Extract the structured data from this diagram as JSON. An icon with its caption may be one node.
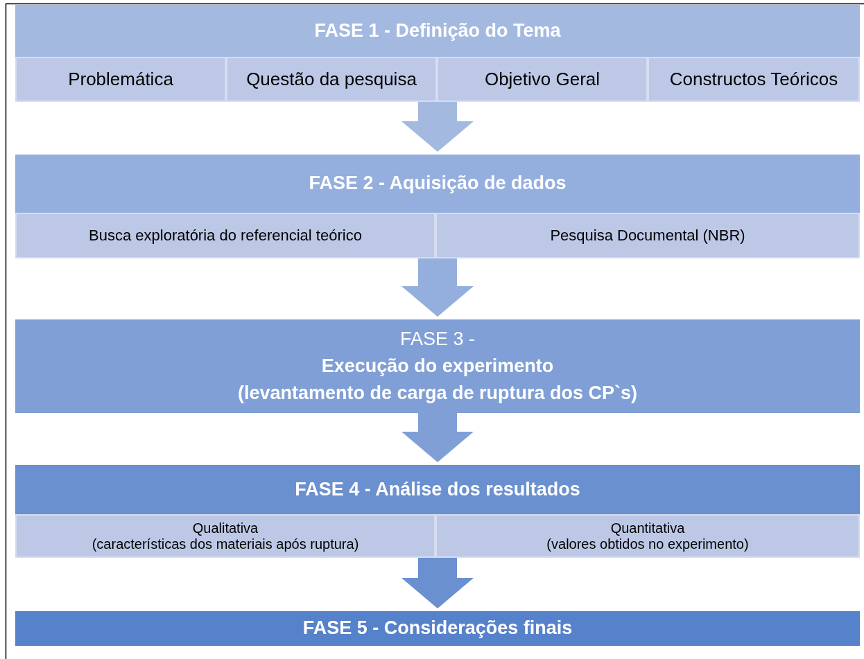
{
  "diagram": {
    "nodes": [
      {
        "text": [
          "FASE 1 - Definição do Tema"
        ]
      },
      {
        "text": [
          "Problemática"
        ],
        "in": 0
      },
      {
        "text": [
          "Questão da pesquisa"
        ],
        "in": 0
      },
      {
        "text": [
          "Objetivo Geral"
        ],
        "in": 0
      },
      {
        "text": [
          "Constructos Teóricos"
        ],
        "in": 0
      },
      {
        "text": [
          "FASE 2 - Aquisição de dados"
        ]
      },
      {
        "text": [
          "Busca exploratória do referencial teórico"
        ],
        "in": 5
      },
      {
        "text": [
          "Pesquisa Documental (NBR)"
        ],
        "in": 5
      },
      {
        "text": [
          "FASE 3 -",
          "Execução do experimento",
          "(levantamento de carga de ruptura dos CP`s)"
        ]
      },
      {
        "text": [
          "FASE 4 - Análise dos resultados"
        ]
      },
      {
        "text": [
          "Qualitativa",
          "(características dos materiais após ruptura)"
        ],
        "in": 9
      },
      {
        "text": [
          "Quantitativa",
          "(valores obtidos no experimento)"
        ],
        "in": 9
      },
      {
        "text": [
          "FASE 5 - Considerações finais"
        ]
      }
    ],
    "edges": [
      {
        "from": 0,
        "to": 5,
        "arrow": "to",
        "color": "#a3b9e0"
      },
      {
        "from": 5,
        "to": 8,
        "arrow": "to",
        "color": "#94afde"
      },
      {
        "from": 8,
        "to": 9,
        "arrow": "to",
        "color": "#7f9fd6"
      },
      {
        "from": 9,
        "to": 12,
        "arrow": "to",
        "color": "#6a90d0"
      }
    ]
  }
}
